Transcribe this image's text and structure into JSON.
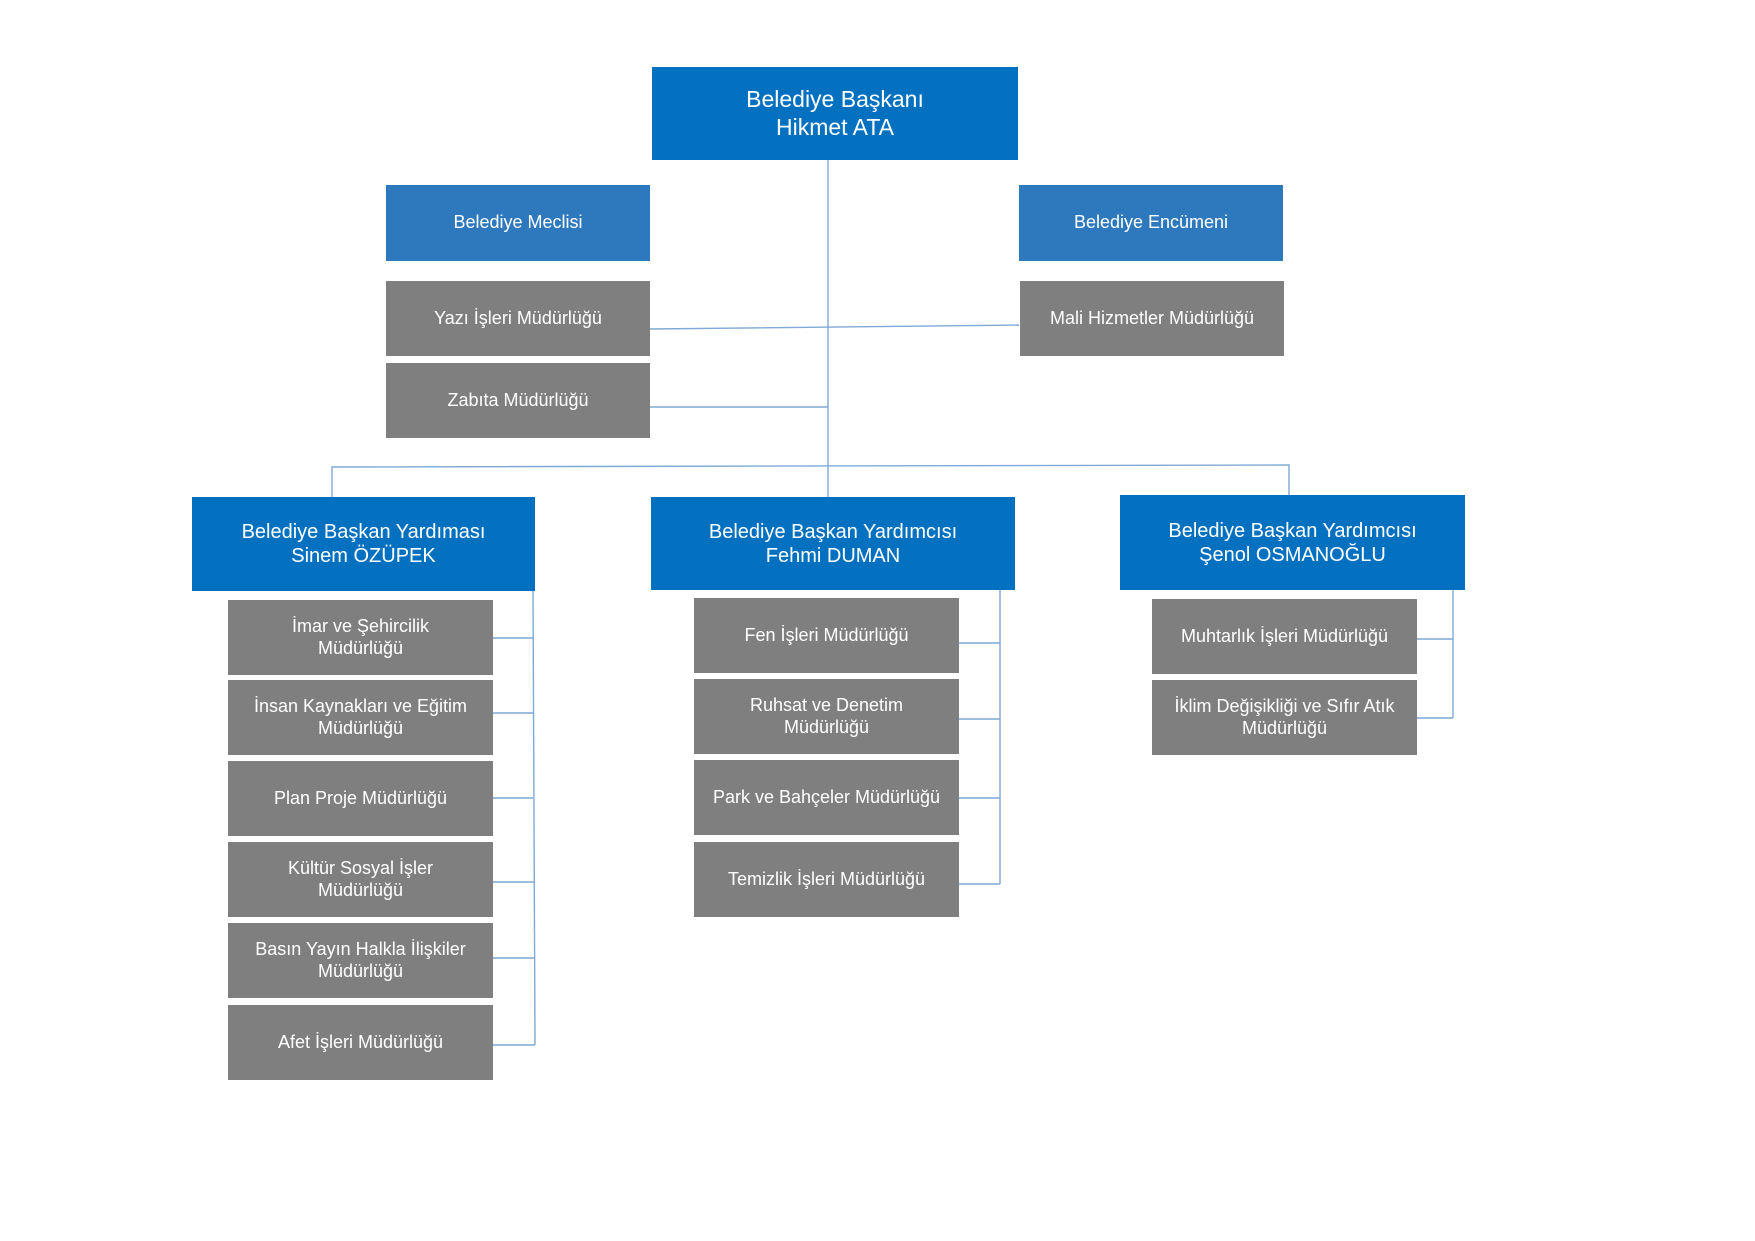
{
  "mayor": {
    "title": "Belediye Başkanı",
    "name": "Hikmet ATA"
  },
  "council": "Belediye Meclisi",
  "committee": "Belediye Encümeni",
  "direct_left": [
    "Yazı İşleri Müdürlüğü",
    "Zabıta Müdürlüğü"
  ],
  "direct_right": [
    "Mali Hizmetler Müdürlüğü"
  ],
  "deputies": [
    {
      "title": "Belediye Başkan Yardıması",
      "name": "Sinem ÖZÜPEK",
      "units": [
        [
          "İmar ve Şehircilik",
          "Müdürlüğü"
        ],
        [
          "İnsan Kaynakları ve Eğitim",
          "Müdürlüğü"
        ],
        [
          "Plan Proje Müdürlüğü"
        ],
        [
          "Kültür Sosyal İşler",
          "Müdürlüğü"
        ],
        [
          "Basın Yayın Halkla İlişkiler",
          "Müdürlüğü"
        ],
        [
          "Afet İşleri Müdürlüğü"
        ]
      ]
    },
    {
      "title": "Belediye Başkan Yardımcısı",
      "name": "Fehmi DUMAN",
      "units": [
        [
          "Fen İşleri Müdürlüğü"
        ],
        [
          "Ruhsat ve Denetim",
          "Müdürlüğü"
        ],
        [
          "Park ve Bahçeler Müdürlüğü"
        ],
        [
          "Temizlik İşleri Müdürlüğü"
        ]
      ]
    },
    {
      "title": "Belediye Başkan Yardımcısı",
      "name": "Şenol OSMANOĞLU",
      "units": [
        [
          "Muhtarlık İşleri Müdürlüğü"
        ],
        [
          "İklim Değişikliği ve Sıfır Atık",
          "Müdürlüğü"
        ]
      ]
    }
  ],
  "colors": {
    "primary": "#0370c0",
    "secondary": "#2e78be",
    "unit": "#7f7f7f",
    "connector": "#7fa9d6"
  }
}
